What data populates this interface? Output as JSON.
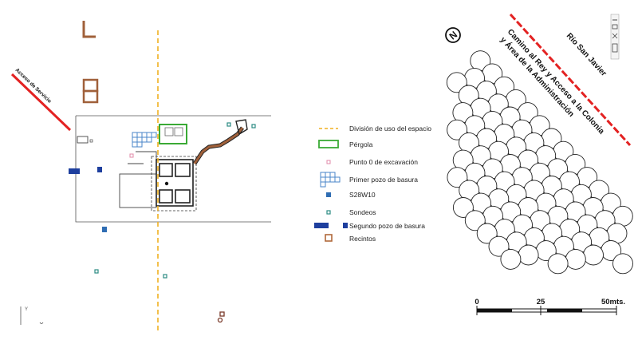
{
  "legend": {
    "division": "División de uso del espacio",
    "pergola": "Pérgola",
    "punto0": "Punto 0 de excavación",
    "primer_pozo": "Primer pozo de basura",
    "s28w10": "S28W10",
    "sondeos": "Sondeos",
    "segundo_pozo": "Segundo pozo de basura",
    "recintos": "Recintos"
  },
  "labels": {
    "acceso_servicio": "Acceso de Servicio",
    "camino_line1": "Camino al Rey y Acceso a la Colonia",
    "camino_line2": "y Área de la Administración",
    "rio": "Río San Javier"
  },
  "north_arrow": "N",
  "scale": {
    "start": "0",
    "mid": "25",
    "end": "50mts."
  },
  "colors": {
    "division": "#f0b020",
    "pergola": "#3aaa35",
    "punto0": "#e08aa8",
    "primer_pozo": "#4a86c8",
    "s28w10": "#2f6db3",
    "sondeos": "#2d8c84",
    "segundo_pozo": "#1e3f9e",
    "recintos": "#b0683a",
    "road": "#e32222",
    "path": "#7a3a2a"
  }
}
